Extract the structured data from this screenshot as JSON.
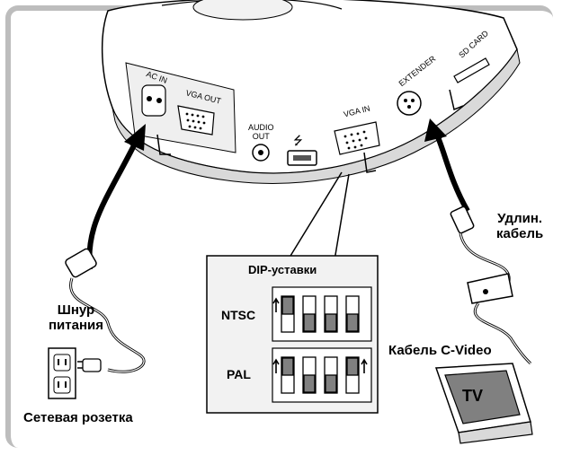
{
  "device_ports": {
    "ac_in": "AC IN",
    "vga_out": "VGA OUT",
    "audio_out_line1": "AUDIO",
    "audio_out_line2": "OUT",
    "usb_symbol": "⭍",
    "vga_in": "VGA IN",
    "extender": "EXTENDER",
    "sd_card": "SD CARD"
  },
  "dip": {
    "title": "DIP-уставки",
    "ntsc_label": "NTSC",
    "pal_label": "PAL",
    "ntsc_positions": [
      "up",
      "down",
      "down",
      "down"
    ],
    "pal_positions": [
      "up",
      "down",
      "down",
      "up"
    ]
  },
  "labels": {
    "power_cord_line1": "Шнур",
    "power_cord_line2": "питания",
    "outlet": "Сетевая розетка",
    "extension_line1": "Удлин.",
    "extension_line2": "кабель",
    "cvideo": "Кабель C-Video",
    "tv": "TV"
  },
  "colors": {
    "frame": "#bdbdbd",
    "switch_fill": "#808080",
    "line": "#000000"
  }
}
